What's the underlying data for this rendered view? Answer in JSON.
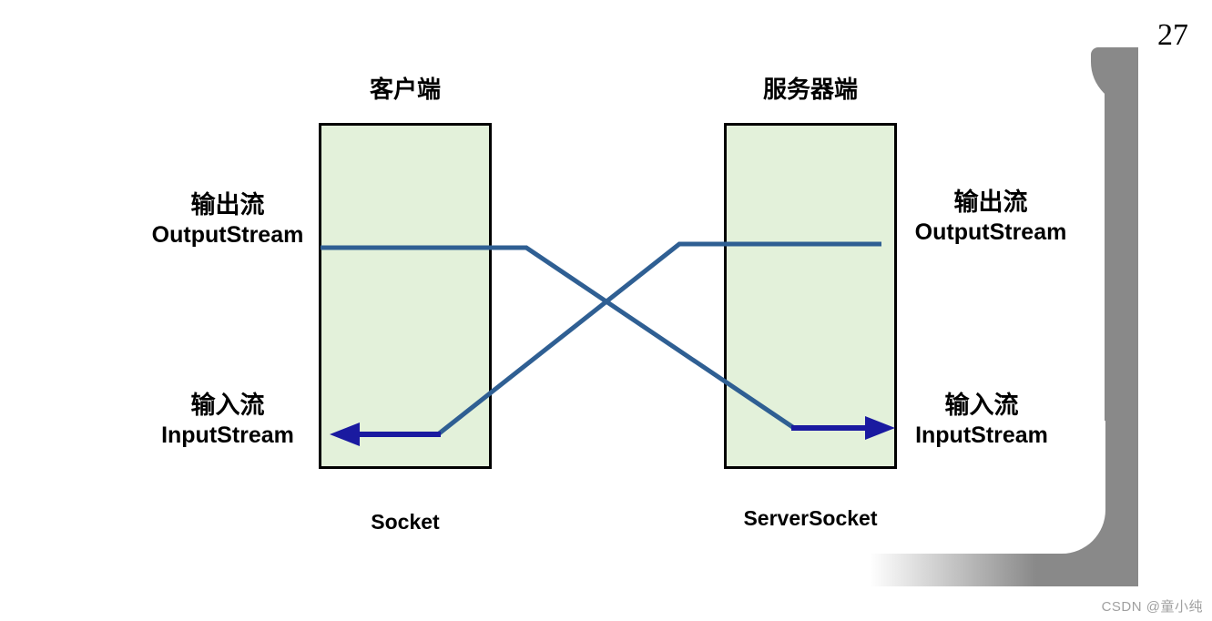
{
  "page": {
    "number": "27",
    "watermark": "CSDN @童小纯"
  },
  "diagram": {
    "client": {
      "title": "客户端",
      "socket_label": "Socket",
      "output_stream": {
        "cn": "输出流",
        "en": "OutputStream"
      },
      "input_stream": {
        "cn": "输入流",
        "en": "InputStream"
      }
    },
    "server": {
      "title": "服务器端",
      "socket_label": "ServerSocket",
      "output_stream": {
        "cn": "输出流",
        "en": "OutputStream"
      },
      "input_stream": {
        "cn": "输入流",
        "en": "InputStream"
      }
    },
    "flows": [
      {
        "from": "client.OutputStream",
        "to": "server.InputStream"
      },
      {
        "from": "server.OutputStream",
        "to": "client.InputStream"
      }
    ]
  },
  "colors": {
    "box_fill": "#e3f1da",
    "box_border": "#000000",
    "stream_line": "#2f5f93",
    "arrow_line": "#1a1aa0",
    "frame_gray": "#898989",
    "watermark_text": "#a0a0a0"
  }
}
